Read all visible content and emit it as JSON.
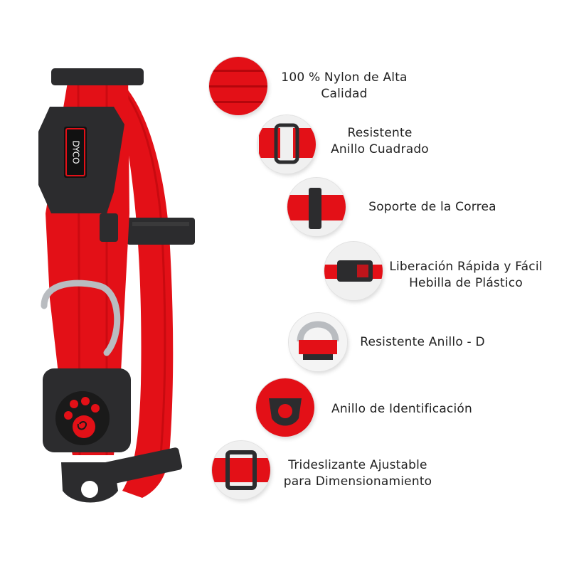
{
  "product": {
    "brand": "DYCO",
    "colors": {
      "strap": "#e31017",
      "strap_dark": "#b5060c",
      "plastic": "#2c2c2e",
      "metal": "#b9bcc0"
    }
  },
  "features": [
    {
      "icon": "nylon-strap-icon",
      "lines": [
        "100 % Nylon de Alta",
        "Calidad"
      ]
    },
    {
      "icon": "square-ring-icon",
      "lines": [
        "Resistente",
        "Anillo Cuadrado"
      ]
    },
    {
      "icon": "strap-keeper-icon",
      "lines": [
        "Soporte de la Correa"
      ]
    },
    {
      "icon": "quick-release-buckle-icon",
      "lines": [
        "Liberación Rápida y Fácil",
        "Hebilla de Plástico"
      ]
    },
    {
      "icon": "d-ring-icon",
      "lines": [
        "Resistente Anillo - D"
      ]
    },
    {
      "icon": "id-ring-icon",
      "lines": [
        "Anillo de Identificación"
      ]
    },
    {
      "icon": "tri-glide-slider-icon",
      "lines": [
        "Trideslizante Ajustable",
        "para Dimensionamiento"
      ]
    }
  ]
}
